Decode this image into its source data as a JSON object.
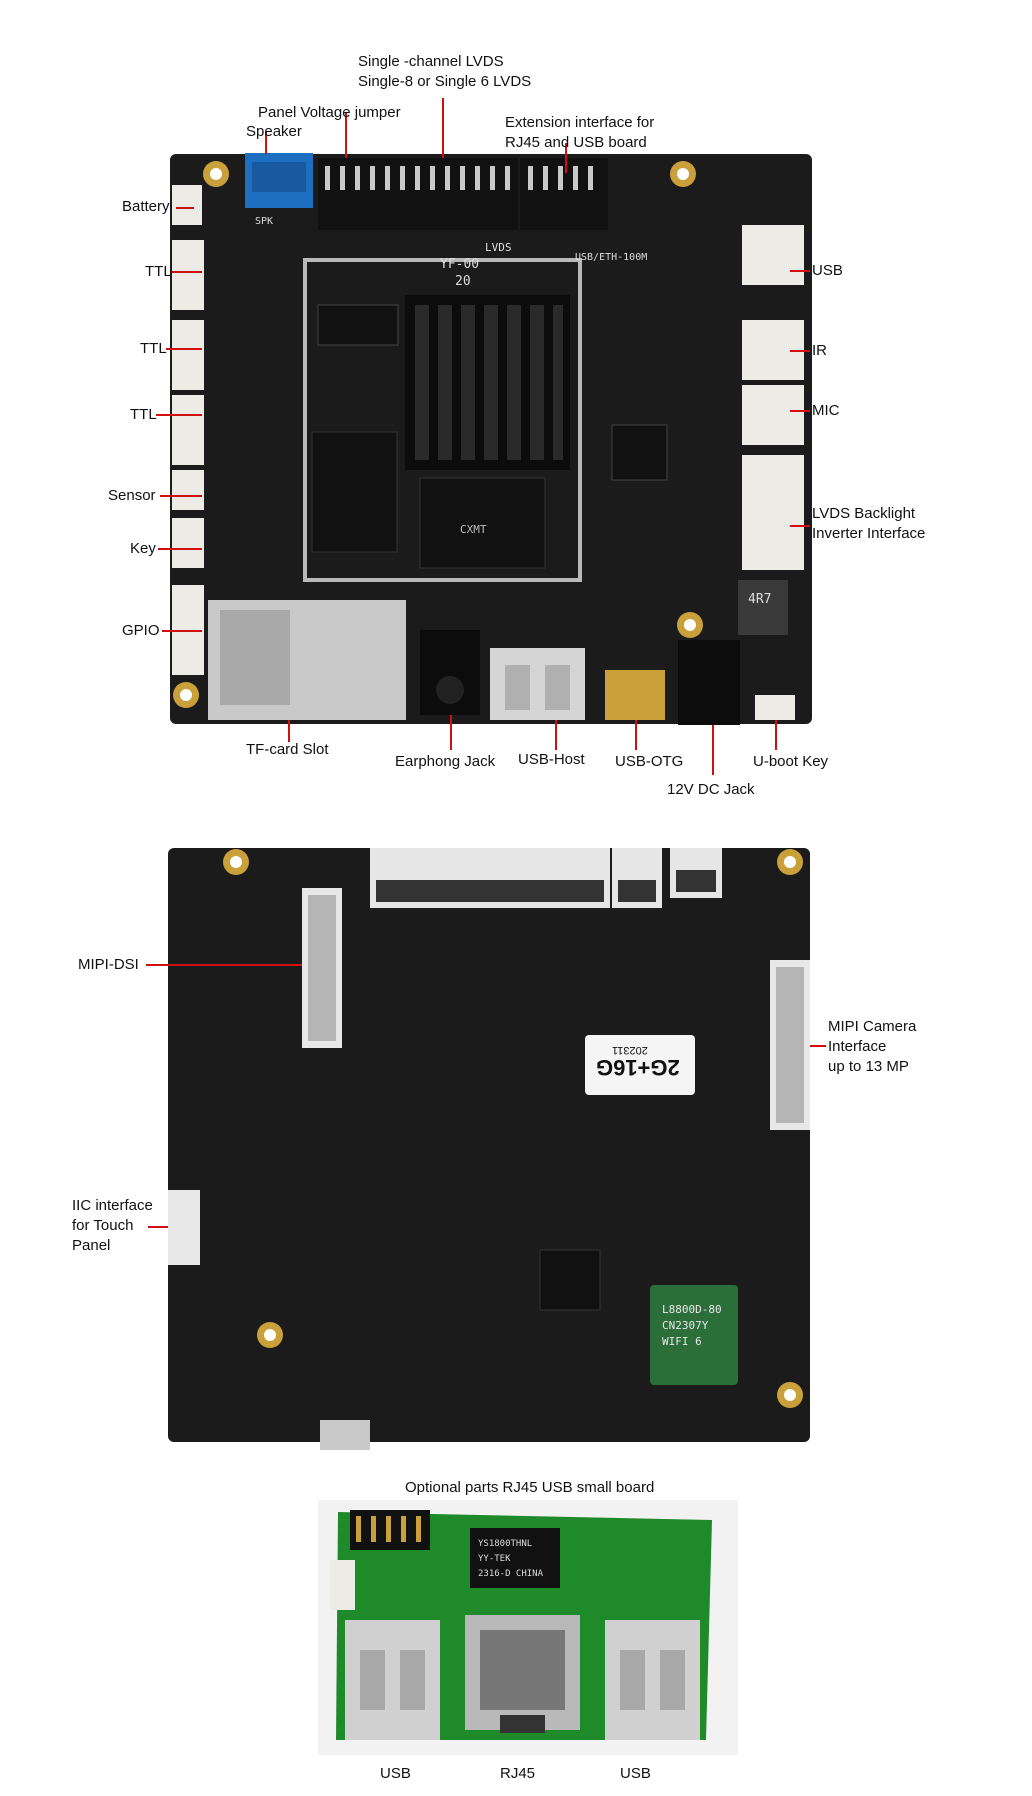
{
  "colors": {
    "pcb_black": "#1a1a1a",
    "pcb_green": "#1f8a2a",
    "callout_line": "#d01010",
    "connector_white": "#ecebe6",
    "connector_blue": "#1f6fc0",
    "gold": "#c9a03a"
  },
  "board_top": {
    "labels": {
      "lvds_1": "Single -channel LVDS",
      "lvds_2": "Single-8 or Single 6 LVDS",
      "panel_voltage": "Panel Voltage jumper",
      "speaker": "Speaker",
      "ext_1": "Extension interface for",
      "ext_2": "RJ45 and USB board",
      "battery": "Battery",
      "ttl1": "TTL",
      "ttl2": "TTL",
      "ttl3": "TTL",
      "sensor": "Sensor",
      "key": "Key",
      "gpio": "GPIO",
      "usb": "USB",
      "ir": "IR",
      "mic": "MIC",
      "backlight_1": "LVDS Backlight",
      "backlight_2": "Inverter Interface",
      "tf": "TF-card Slot",
      "earphone": "Earphong Jack",
      "usb_host": "USB-Host",
      "usb_otg": "USB-OTG",
      "dc": "12V DC Jack",
      "uboot": "U-boot Key"
    },
    "silk": {
      "yf": "YF-00",
      "yf2": "20",
      "lvds": "LVDS",
      "usbeth": "USB/ETH-100M",
      "spk": "SPK",
      "cxmt": "CXMT",
      "inductor": "4R7"
    }
  },
  "board_bottom": {
    "labels": {
      "mipi_dsi": "MIPI-DSI",
      "cam_1": "MIPI Camera",
      "cam_2": "Interface",
      "cam_3": "up to 13 MP",
      "iic_1": "IIC interface",
      "iic_2": "for Touch",
      "iic_3": "Panel"
    },
    "sticker": {
      "mem": "2G+16G",
      "date": "202311"
    },
    "wifi": {
      "line1": "L8800D-80",
      "line2": "CN2307Y",
      "line3": "WIFI 6"
    }
  },
  "small_board": {
    "title": "Optional parts RJ45 USB small board",
    "labels": {
      "usb_left": "USB",
      "rj45": "RJ45",
      "usb_right": "USB"
    },
    "chip": {
      "line1": "YS1800THNL",
      "line2": "YY-TEK",
      "line3": "2316-D CHINA"
    }
  }
}
